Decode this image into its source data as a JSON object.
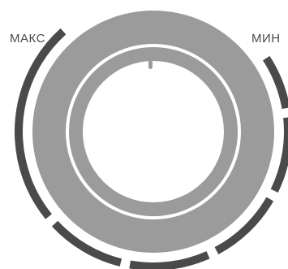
{
  "dial": {
    "label_max": "МАКС",
    "label_min": "МИН",
    "colors": {
      "knob": "#9b9b9b",
      "knob_ring": "#ffffff",
      "knob_center": "#ffffff",
      "indicator": "#9b9b9b",
      "scale_segment": "#4a4a4a",
      "label": "#4a4a4a"
    },
    "scale_segments": 7,
    "indicator_icon": "position-indicator-icon"
  }
}
